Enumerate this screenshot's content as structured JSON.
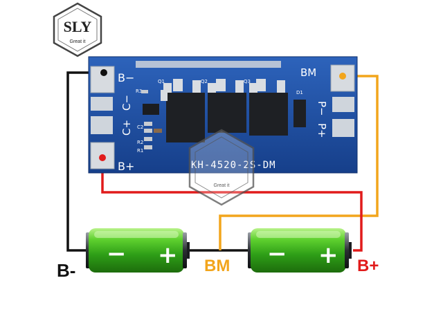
{
  "logo": {
    "letters": "SLY",
    "tagline": "Great it"
  },
  "watermark": {
    "tagline": "Great it"
  },
  "board": {
    "model": "KH-4520-2S-DM",
    "pad_bminus": "B−",
    "pad_bplus": "B+",
    "pad_bm": "BM",
    "pad_cminus": "C−",
    "pad_cplus": "C+",
    "pad_pminus": "P−",
    "pad_pplus": "P+",
    "q1": "Q1",
    "q2": "Q2",
    "q3": "Q3",
    "d1": "D1",
    "r3": "R3",
    "c2": "C2",
    "r2": "R2",
    "r1": "R1"
  },
  "labels": {
    "b_minus": "B-",
    "bm": "BM",
    "b_plus": "B+"
  },
  "colors": {
    "board": "#1a4fa6",
    "wire_black": "#111111",
    "wire_red": "#e11b1b",
    "wire_orange": "#f2a51c",
    "battery_green": "#39b81f",
    "label_orange": "#f2a51c",
    "label_red": "#e11b1b"
  }
}
